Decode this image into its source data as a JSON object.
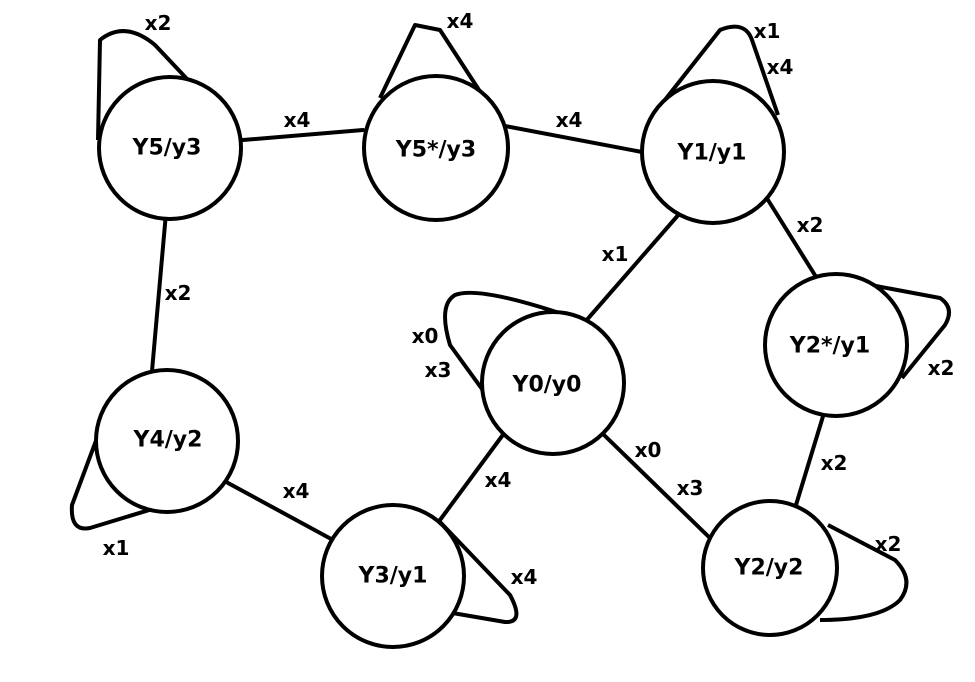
{
  "diagram": {
    "nodes": [
      {
        "id": "n_y5",
        "label": "Y5/y3"
      },
      {
        "id": "n_y5s",
        "label": "Y5*/y3"
      },
      {
        "id": "n_y1",
        "label": "Y1/y1"
      },
      {
        "id": "n_y0",
        "label": "Y0/y0"
      },
      {
        "id": "n_y2s",
        "label": "Y2*/y1"
      },
      {
        "id": "n_y4",
        "label": "Y4/y2"
      },
      {
        "id": "n_y3",
        "label": "Y3/y1"
      },
      {
        "id": "n_y2",
        "label": "Y2/y2"
      }
    ],
    "edges": [
      {
        "from": "n_y5",
        "to": "n_y5s",
        "label": "x4"
      },
      {
        "from": "n_y5s",
        "to": "n_y1",
        "label": "x4"
      },
      {
        "from": "n_y5",
        "to": "n_y4",
        "label": "x2"
      },
      {
        "from": "n_y1",
        "to": "n_y0",
        "label": "x1"
      },
      {
        "from": "n_y1",
        "to": "n_y2s",
        "label": "x2"
      },
      {
        "from": "n_y2s",
        "to": "n_y2",
        "label": "x2"
      },
      {
        "from": "n_y0",
        "to": "n_y2",
        "label": "x0"
      },
      {
        "from": "n_y0",
        "to": "n_y2",
        "label": "x3"
      },
      {
        "from": "n_y0",
        "to": "n_y3",
        "label": "x4"
      },
      {
        "from": "n_y4",
        "to": "n_y3",
        "label": "x4"
      }
    ],
    "loops": [
      {
        "node": "n_y5",
        "labels": [
          "x2"
        ]
      },
      {
        "node": "n_y5s",
        "labels": [
          "x4"
        ]
      },
      {
        "node": "n_y1",
        "labels": [
          "x1",
          "x4"
        ]
      },
      {
        "node": "n_y0",
        "labels": [
          "x0",
          "x3"
        ]
      },
      {
        "node": "n_y2s",
        "labels": [
          "x2"
        ]
      },
      {
        "node": "n_y4",
        "labels": [
          "x1"
        ]
      },
      {
        "node": "n_y3",
        "labels": [
          "x4"
        ]
      },
      {
        "node": "n_y2",
        "labels": [
          "x2"
        ]
      }
    ]
  }
}
